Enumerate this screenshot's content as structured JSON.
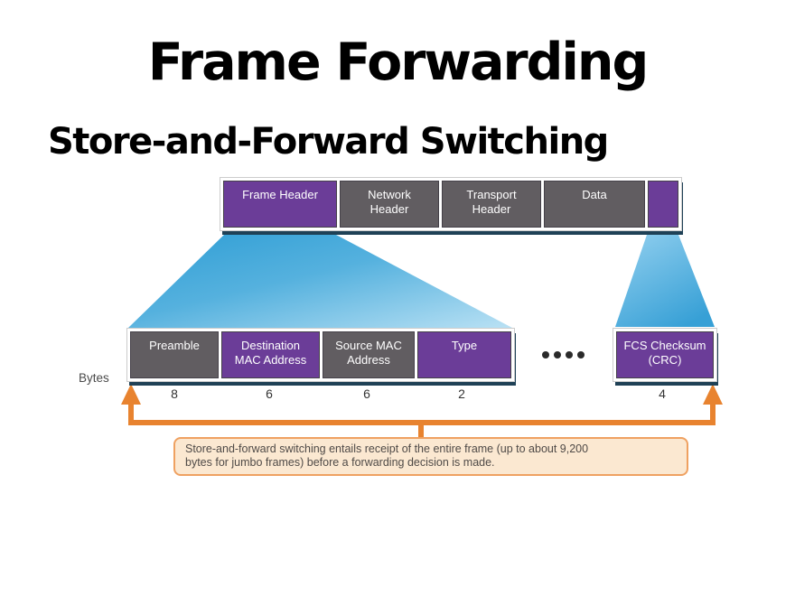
{
  "slide": {
    "title": "Frame Forwarding",
    "subtitle": "Store-and-Forward Switching"
  },
  "diagram": {
    "top_row": {
      "frame_header": "Frame Header",
      "network_header": "Network\nHeader",
      "transport_header": "Transport\nHeader",
      "data": "Data"
    },
    "bottom_row": {
      "preamble": "Preamble",
      "destination_mac": "Destination\nMAC Address",
      "source_mac": "Source MAC\nAddress",
      "type": "Type",
      "fcs": "FCS Checksum\n(CRC)"
    },
    "ellipsis": {
      "count": 4
    },
    "bytes_label": "Bytes",
    "byte_values": [
      "8",
      "6",
      "6",
      "2",
      "4"
    ],
    "callout": {
      "line1": "Store-and-forward switching entails receipt of the entire frame (up to about 9,200",
      "line2": "bytes for jumbo frames) before a forwarding decision is made."
    },
    "colors": {
      "purple": "#6b3d98",
      "gray": "#615d61",
      "blue_dark": "#2f9ed5",
      "blue_light": "#b9e1f4",
      "orange": "#e8832f",
      "shadow": "#1f4156",
      "callout_bg": "#fbe8d1",
      "callout_border": "#efa161"
    }
  }
}
